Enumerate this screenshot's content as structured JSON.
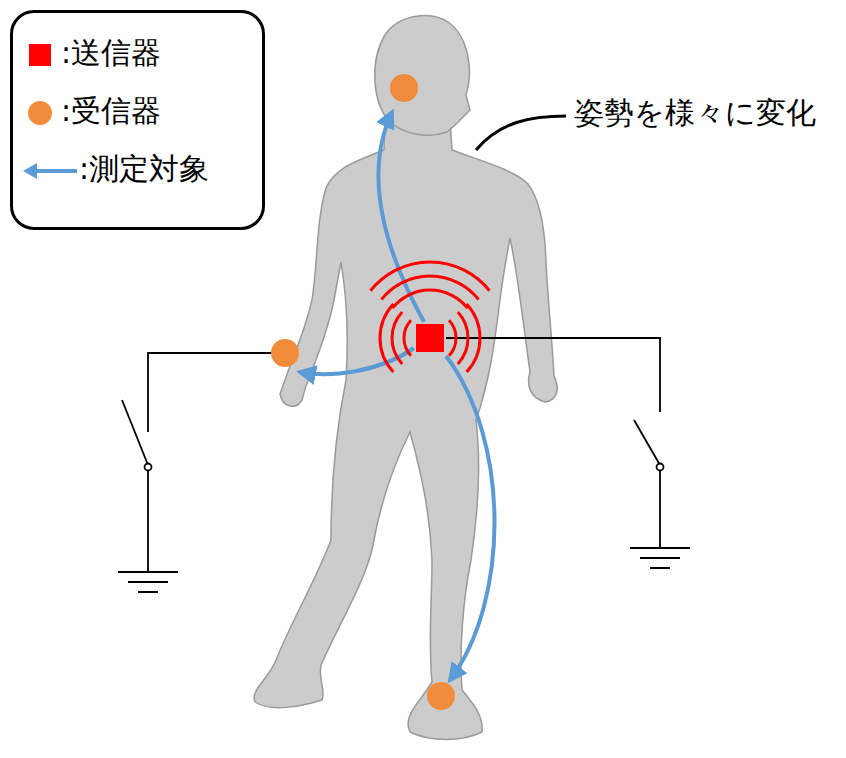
{
  "diagram": {
    "labels": [
      "姿勢を様々に変化"
    ],
    "legend": [
      {
        "text": ":送信器",
        "color": "#ff0000"
      },
      {
        "text": ":受信器",
        "color": "#f08c3c"
      },
      {
        "text": ":測定対象"
      }
    ]
  }
}
